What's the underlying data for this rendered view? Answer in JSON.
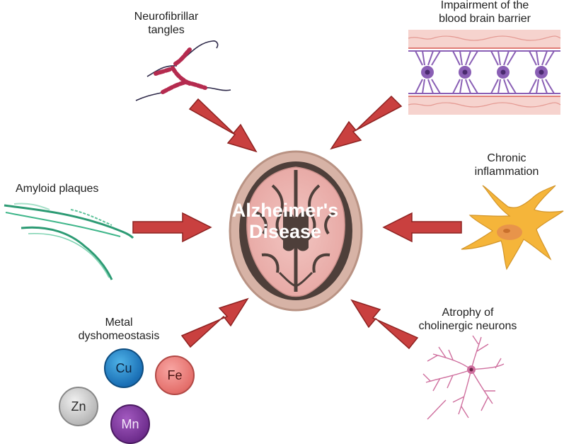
{
  "center": {
    "line1": "Alzheimer's",
    "line2": "Disease"
  },
  "labels": {
    "neurofibrillar": [
      "Neurofibrillar",
      "tangles"
    ],
    "bbb": [
      "Impairment of the",
      "blood brain barrier"
    ],
    "amyloid": [
      "Amyloid plaques"
    ],
    "inflammation": [
      "Chronic",
      "inflammation"
    ],
    "metal": [
      "Metal",
      "dyshomeostasis"
    ],
    "atrophy": [
      "Atrophy of",
      "cholinergic neurons"
    ]
  },
  "ions": [
    "Cu",
    "Fe",
    "Zn",
    "Mn"
  ],
  "colors": {
    "arrow": "#c9403f",
    "arrow_stroke": "#8e2221",
    "tangle": "#b52b4f",
    "plaque": "#2d9b74",
    "astrocyte": "#f5b53a",
    "barrier_cell": "#8a5fb5",
    "vessel": "#f3c9c4",
    "neuron": "#cf6f9e"
  }
}
